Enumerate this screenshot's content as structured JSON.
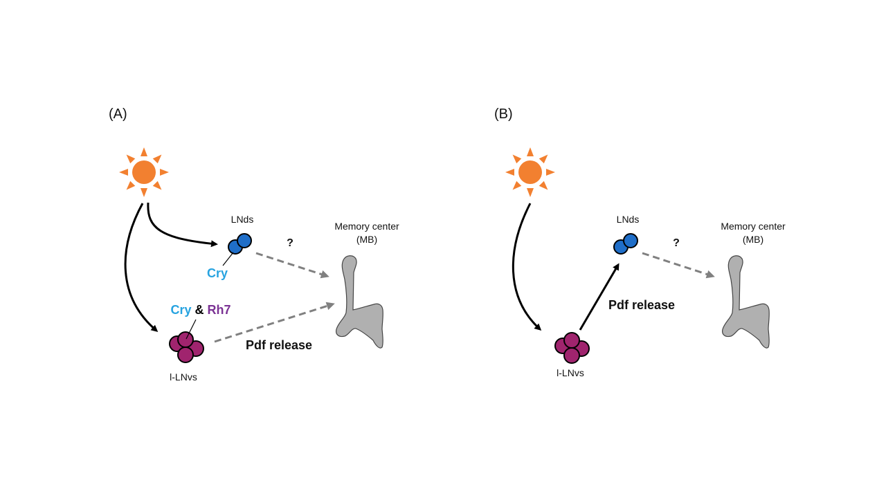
{
  "panel_a": {
    "label": "(A)",
    "lnds_label": "LNds",
    "question": "?",
    "memory_center": "Memory center",
    "mb": "(MB)",
    "cry_label": "Cry",
    "cry_rh7": {
      "cry": "Cry",
      "amp": " & ",
      "rh7": "Rh7"
    },
    "pdf_release": "Pdf release",
    "llnvs_label": "l-LNvs"
  },
  "panel_b": {
    "label": "(B)",
    "lnds_label": "LNds",
    "question": "?",
    "memory_center": "Memory center",
    "mb": "(MB)",
    "pdf_release": "Pdf release",
    "llnvs_label": "l-LNvs"
  },
  "colors": {
    "sun": "#F28030",
    "lnds_cell": "#1F6EC8",
    "llnv_cell": "#A0246E",
    "cry_text": "#27A3E0",
    "rh7_text": "#7B3294",
    "mb_fill": "#B0B0B0",
    "dashed_arrow": "#808080"
  }
}
